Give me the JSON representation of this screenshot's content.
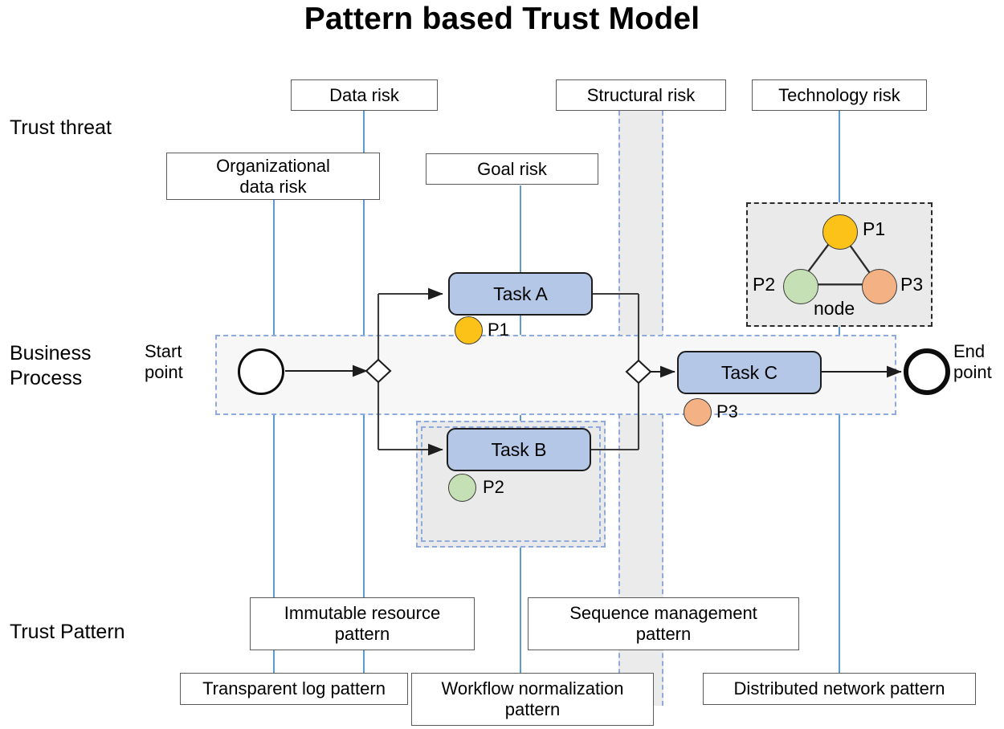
{
  "title": "Pattern based Trust Model",
  "rows": {
    "trust_threat": "Trust threat",
    "business_process": "Business\nProcess",
    "trust_pattern": "Trust Pattern"
  },
  "colors": {
    "task_fill": "#B4C7E7",
    "p1": "#FCC217",
    "p2": "#C5E0B4",
    "p3": "#F4B183",
    "connector_line": "#5B9BD5",
    "lane_dash": "#8FAADC",
    "band_fill": "#EBEBEB",
    "node_box_fill": "#EAEAEA"
  },
  "threats": [
    {
      "id": "data-risk",
      "label": "Data risk"
    },
    {
      "id": "structural-risk",
      "label": "Structural risk"
    },
    {
      "id": "technology-risk",
      "label": "Technology risk"
    },
    {
      "id": "organizational-data-risk",
      "label": "Organizational\ndata risk"
    },
    {
      "id": "goal-risk",
      "label": "Goal risk"
    }
  ],
  "patterns": [
    {
      "id": "immutable-resource-pattern",
      "label": "Immutable resource\npattern"
    },
    {
      "id": "sequence-management-pattern",
      "label": "Sequence management\npattern"
    },
    {
      "id": "transparent-log-pattern",
      "label": "Transparent log pattern"
    },
    {
      "id": "workflow-normalization-pattern",
      "label": "Workflow normalization\npattern"
    },
    {
      "id": "distributed-network-pattern",
      "label": "Distributed network pattern"
    }
  ],
  "process": {
    "start_label": "Start\npoint",
    "end_label": "End\npoint",
    "tasks": [
      {
        "id": "task-a",
        "label": "Task A",
        "participant": "P1"
      },
      {
        "id": "task-b",
        "label": "Task B",
        "participant": "P2"
      },
      {
        "id": "task-c",
        "label": "Task C",
        "participant": "P3"
      }
    ]
  },
  "node_cluster": {
    "caption": "node",
    "participants": [
      {
        "id": "p1",
        "label": "P1",
        "color": "#FCC217"
      },
      {
        "id": "p2",
        "label": "P2",
        "color": "#C5E0B4"
      },
      {
        "id": "p3",
        "label": "P3",
        "color": "#F4B183"
      }
    ]
  }
}
